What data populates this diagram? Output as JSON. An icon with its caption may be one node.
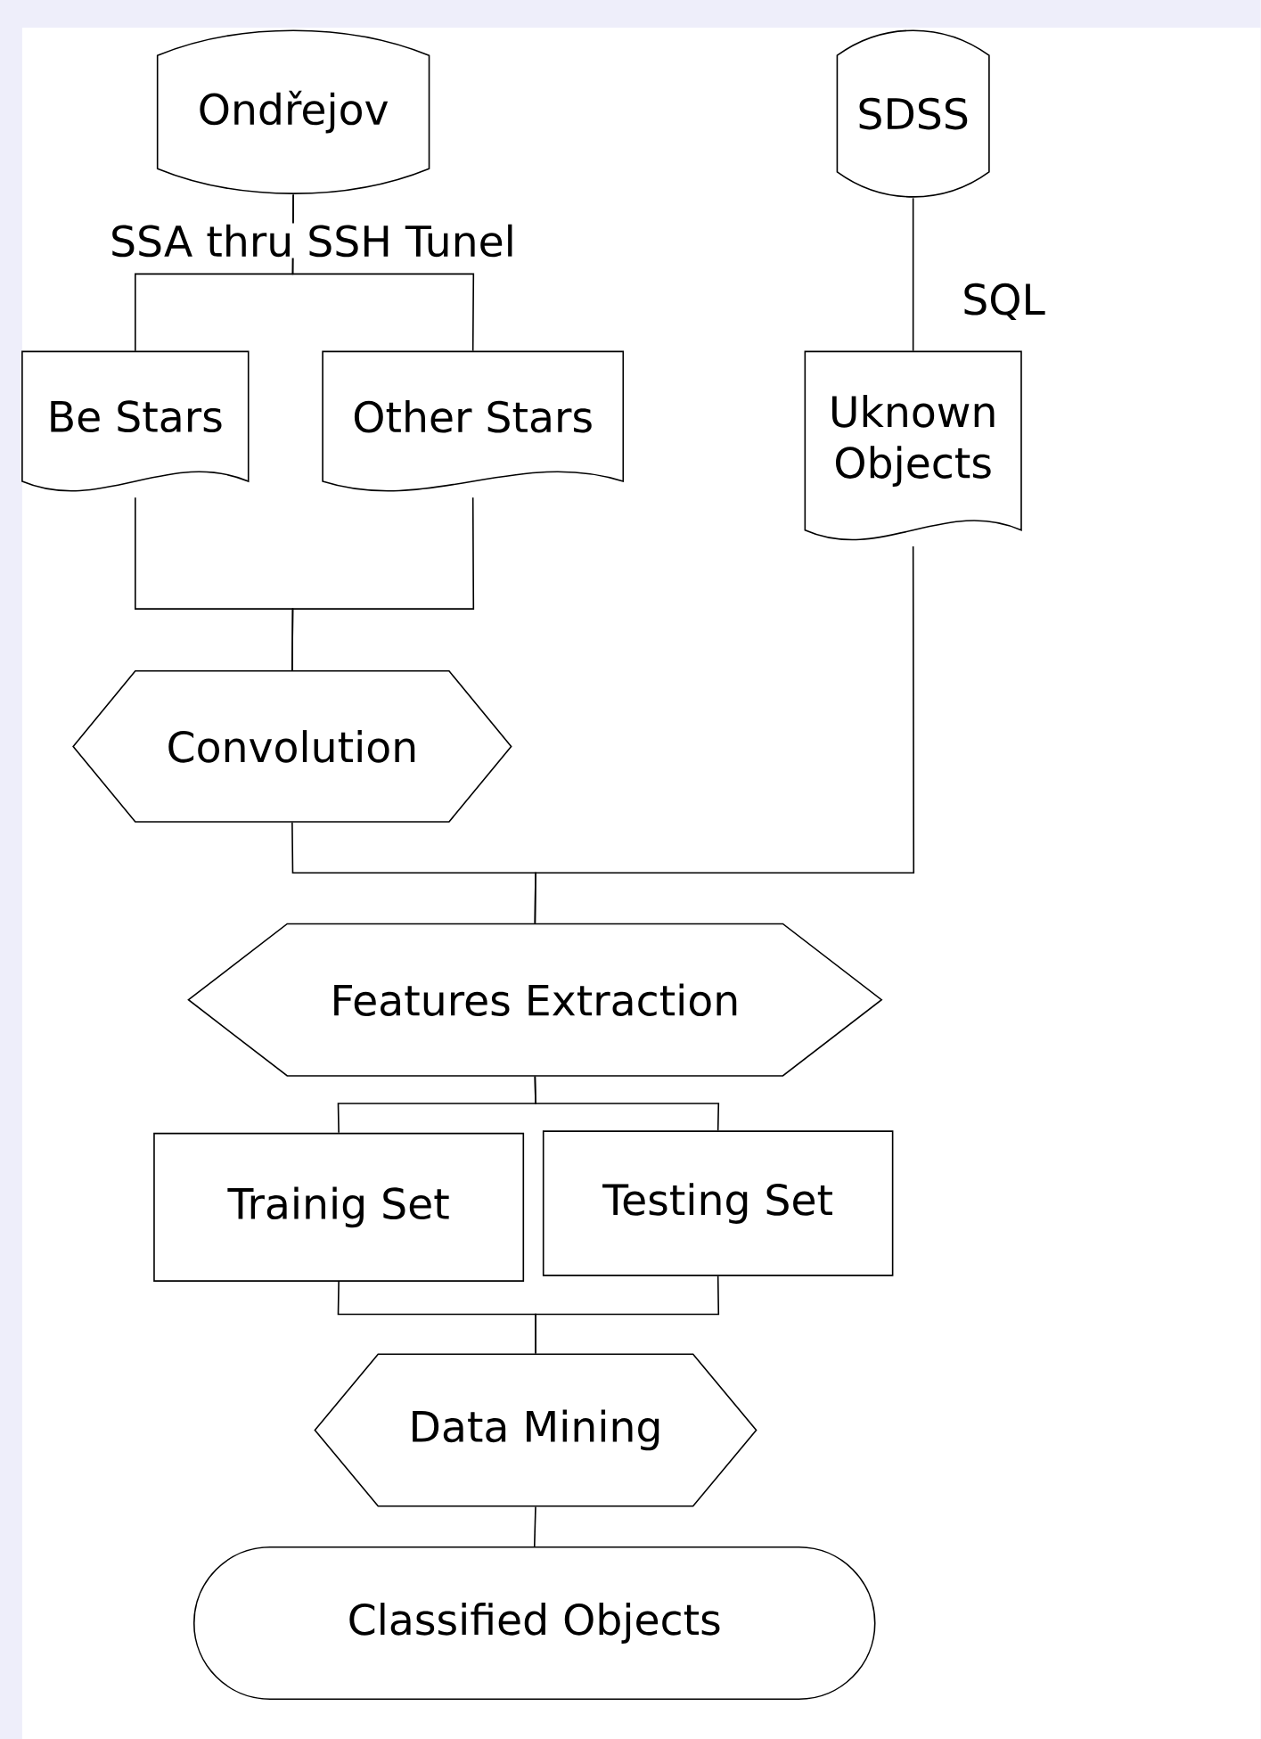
{
  "diagram": {
    "nodes": [
      {
        "text": [
          "Ondřejov"
        ]
      },
      {
        "text": [
          "SDSS"
        ]
      },
      {
        "text": [
          "Be Stars"
        ]
      },
      {
        "text": [
          "Other Stars"
        ]
      },
      {
        "text": [
          "Uknown Objects"
        ]
      },
      {
        "text": [
          "Convolution"
        ]
      },
      {
        "text": [
          "Features Extraction"
        ]
      },
      {
        "text": [
          "Trainig Set"
        ]
      },
      {
        "text": [
          "Testing Set"
        ]
      },
      {
        "text": [
          "Data Mining"
        ]
      },
      {
        "text": [
          "Classified Objects"
        ]
      }
    ],
    "edges": [
      {
        "from": 0,
        "to": 2,
        "arrow": "none",
        "label": "SSA thru SSH Tunel"
      },
      {
        "from": 0,
        "to": 3,
        "arrow": "none"
      },
      {
        "from": 1,
        "to": 4,
        "arrow": "none",
        "label": "SQL"
      },
      {
        "from": 2,
        "to": 5,
        "arrow": "none"
      },
      {
        "from": 3,
        "to": 5,
        "arrow": "none"
      },
      {
        "from": 5,
        "to": 6,
        "arrow": "none"
      },
      {
        "from": 4,
        "to": 6,
        "arrow": "none"
      },
      {
        "from": 6,
        "to": 7,
        "arrow": "none"
      },
      {
        "from": 6,
        "to": 8,
        "arrow": "none"
      },
      {
        "from": 7,
        "to": 9,
        "arrow": "none"
      },
      {
        "from": 8,
        "to": 9,
        "arrow": "none"
      },
      {
        "from": 9,
        "to": 10,
        "arrow": "none"
      }
    ]
  }
}
